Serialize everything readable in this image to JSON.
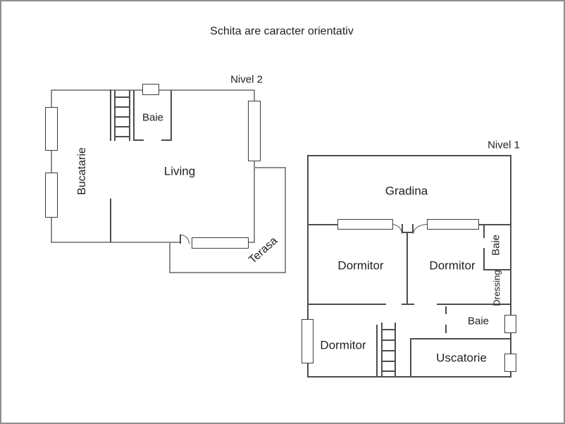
{
  "title": "Schita are caracter orientativ",
  "nivel2": {
    "label": "Nivel 2",
    "rooms": {
      "bucatarie": "Bucatarie",
      "baie": "Baie",
      "living": "Living",
      "terasa": "Terasa"
    }
  },
  "nivel1": {
    "label": "Nivel 1",
    "rooms": {
      "gradina": "Gradina",
      "dormitor_left": "Dormitor",
      "dormitor_right": "Dormitor",
      "baie_top": "Baie",
      "dressing": "Dressing",
      "dormitor_bottom": "Dormitor",
      "baie_bottom": "Baie",
      "uscatorie": "Uscatorie"
    }
  },
  "colors": {
    "wall_dark": "#4d4d4d",
    "wall_light": "#8d8d8d",
    "window_outline": "#3e3e3e",
    "text": "#221e1f",
    "frame": "#8f8f8f",
    "background": "#ffffff"
  }
}
